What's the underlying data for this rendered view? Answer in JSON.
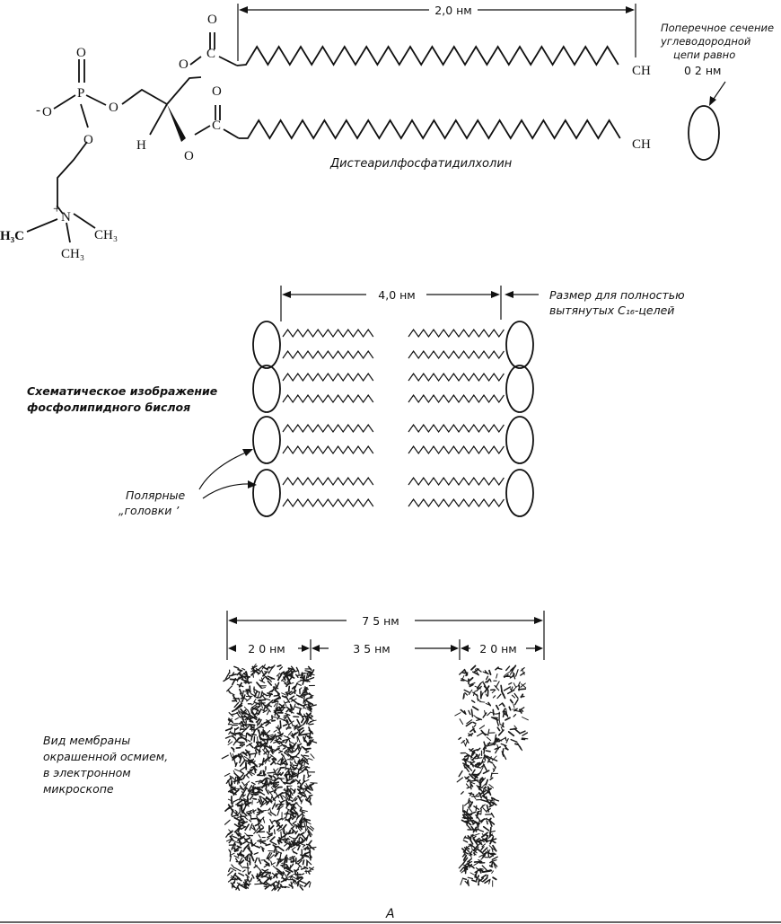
{
  "molecule": {
    "name": "Дистеарилфосфатидилхолин",
    "chain_length": "2,0 нм",
    "cross_section_note": [
      "Поперечное сечение",
      "углеводородной",
      "цепи равно",
      "0 2 нм"
    ],
    "atoms": {
      "O": "O",
      "P": "P",
      "H": "H",
      "N": "N",
      "CH3": "CH",
      "H3C": "H₃C",
      "CH3_sub": "CH₃",
      "plus": "+",
      "minus": "-"
    }
  },
  "bilayer": {
    "width_label": "4,0 нм",
    "size_note": [
      "Размер для полностью",
      "вытянутых C₁₆-целей"
    ],
    "schematic_label": [
      "Схематическое изображение",
      "фосфолипидного бислоя"
    ],
    "polar_heads_label": [
      "Полярные",
      "„головки ’"
    ],
    "heads_per_side": 4
  },
  "micrograph": {
    "total_label": "7 5 нм",
    "left_label": "2 0 нм",
    "middle_label": "3 5 нм",
    "right_label": "2 0 нм",
    "caption": [
      "Вид мембраны",
      "окрашенной осмием,",
      "в электронном",
      "микроскопе"
    ]
  },
  "figure_letter": "А"
}
